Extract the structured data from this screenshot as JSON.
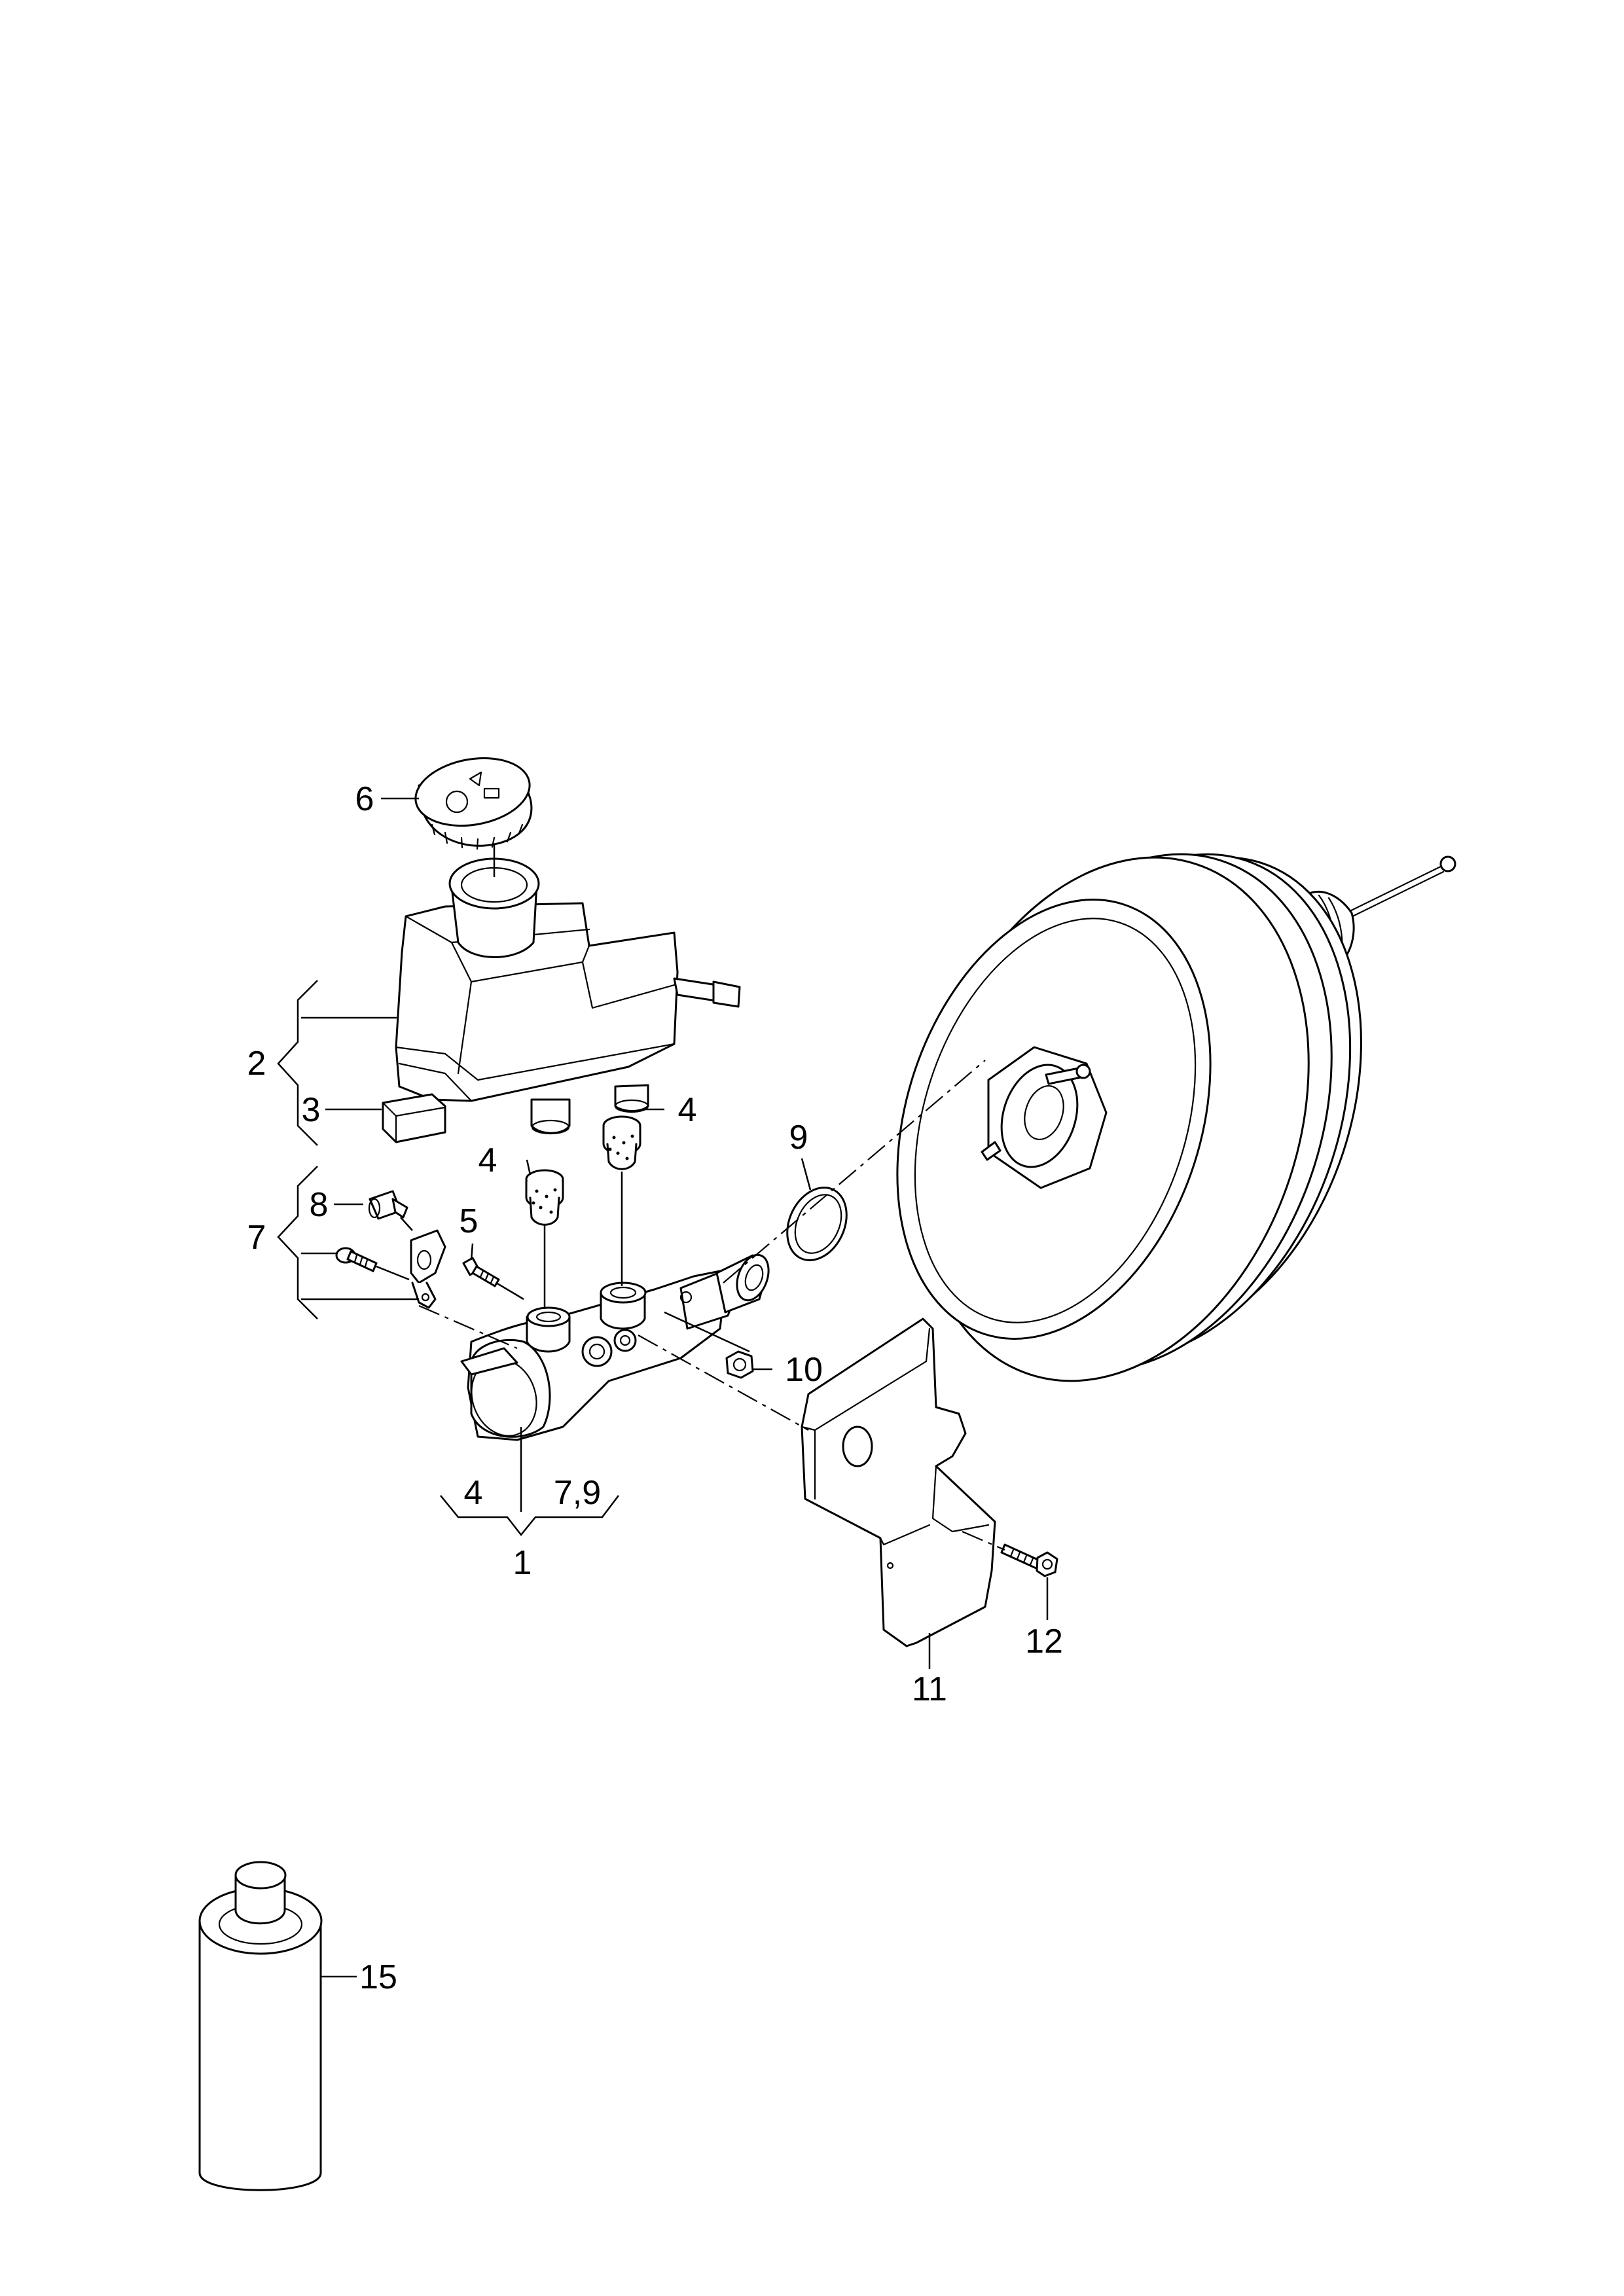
{
  "diagram": {
    "callouts": {
      "c1": "1",
      "c2": "2",
      "c3": "3",
      "c4_left": "4",
      "c4_right": "4",
      "c4_group": "4",
      "c5": "5",
      "c6": "6",
      "c7": "7",
      "c79_group": "7,9",
      "c8": "8",
      "c9": "9",
      "c10": "10",
      "c11": "11",
      "c12": "12",
      "c15": "15"
    }
  }
}
